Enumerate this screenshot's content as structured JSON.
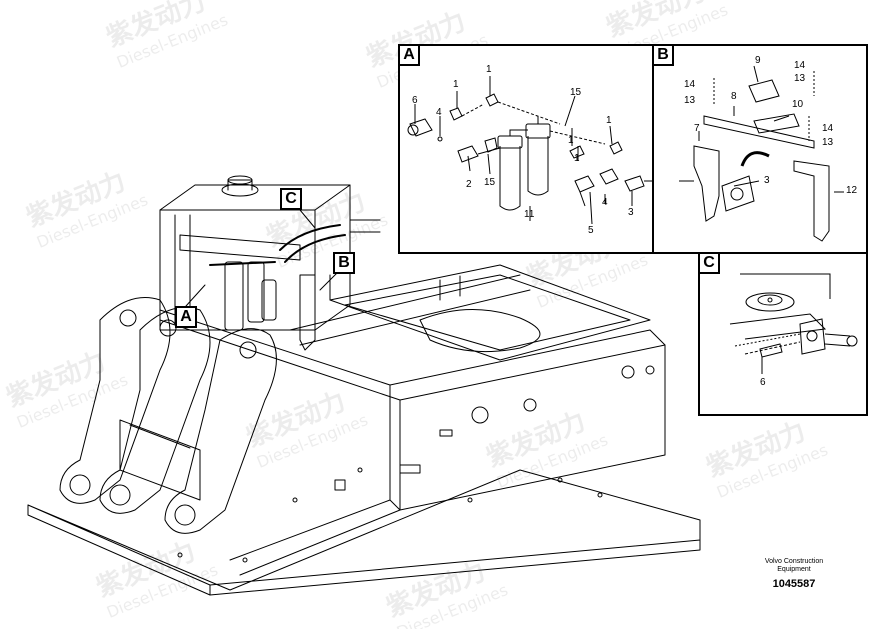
{
  "callouts": {
    "a": "A",
    "b": "B",
    "c": "C"
  },
  "part_numbers_a": [
    "6",
    "4",
    "1",
    "1",
    "2",
    "15",
    "1",
    "15",
    "1",
    "1",
    "11",
    "4",
    "5",
    "3"
  ],
  "part_numbers_b": [
    "9",
    "14",
    "13",
    "14",
    "13",
    "8",
    "10",
    "14",
    "13",
    "7",
    "3",
    "12"
  ],
  "part_numbers_c": [
    "6"
  ],
  "watermark": {
    "chinese": "紫发动力",
    "english": "Diesel-Engines"
  },
  "footer": {
    "brand_line1": "Volvo Construction",
    "brand_line2": "Equipment",
    "drawing_number": "1045587"
  }
}
